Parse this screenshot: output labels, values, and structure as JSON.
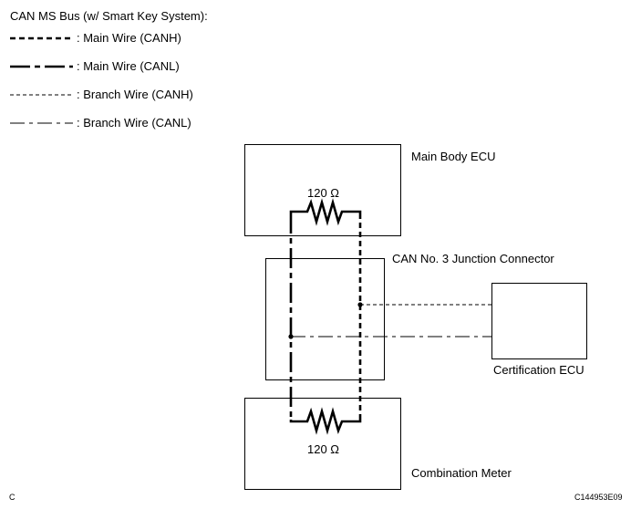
{
  "legend": {
    "title": "CAN MS Bus (w/ Smart Key System):",
    "items": [
      {
        "label": ": Main Wire (CANH)",
        "style": "main-canh"
      },
      {
        "label": ": Main Wire (CANL)",
        "style": "main-canl"
      },
      {
        "label": ": Branch Wire (CANH)",
        "style": "branch-canh"
      },
      {
        "label": ": Branch Wire (CANL)",
        "style": "branch-canl"
      }
    ]
  },
  "components": {
    "main_body_ecu": "Main Body ECU",
    "junction_connector": "CAN No. 3 Junction Connector",
    "certification_ecu": "Certification ECU",
    "combination_meter": "Combination Meter",
    "resistor_top": "120 Ω",
    "resistor_bottom": "120 Ω"
  },
  "footer": {
    "corner_letter": "C",
    "figure_code": "C144953E09"
  },
  "colors": {
    "line": "#000000",
    "background": "#ffffff"
  }
}
